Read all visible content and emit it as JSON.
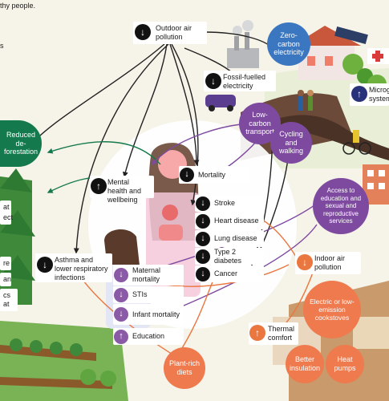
{
  "top_left_text": "thy people.",
  "left_fragments": [
    "s",
    "at",
    "ect",
    "re",
    "an",
    "cs at"
  ],
  "nodes": {
    "outdoor_air": "Outdoor air pollution",
    "zero_carbon": "Zero-carbon electricity",
    "fossil": "Fossil-fuelled electricity",
    "micro": "Microg system",
    "reduced_deforestation": "Reduced de-forestation",
    "low_carbon_transport": "Low-carbon transport",
    "cycling": "Cycling and walking",
    "mental": "Mental health and wellbeing",
    "mortality": "Mortality",
    "access_edu": "Access to education and sexual and reproductive services",
    "stroke": "Stroke",
    "heart": "Heart disease",
    "lung": "Lung disease",
    "diabetes": "Type 2 diabetes",
    "cancer": "Cancer",
    "asthma": "Asthma and lower respiratory infections",
    "maternal": "Maternal mortality",
    "stis": "STIs",
    "infant": "Infant mortality",
    "education": "Education",
    "indoor_air": "Indoor air pollution",
    "cookstoves": "Electric or low-emission cookstoves",
    "thermal": "Thermal comfort",
    "plant": "Plant-rich diets",
    "insulation": "Better insulation",
    "heat_pumps": "Heat pumps"
  },
  "icons": {
    "down": "arrow-down-icon",
    "up": "arrow-up-icon"
  },
  "colors": {
    "purple": "#7e4aa0",
    "blue": "#3b76c1",
    "green": "#147a4d",
    "orange": "#ee7a4e",
    "dark": "#111111"
  }
}
